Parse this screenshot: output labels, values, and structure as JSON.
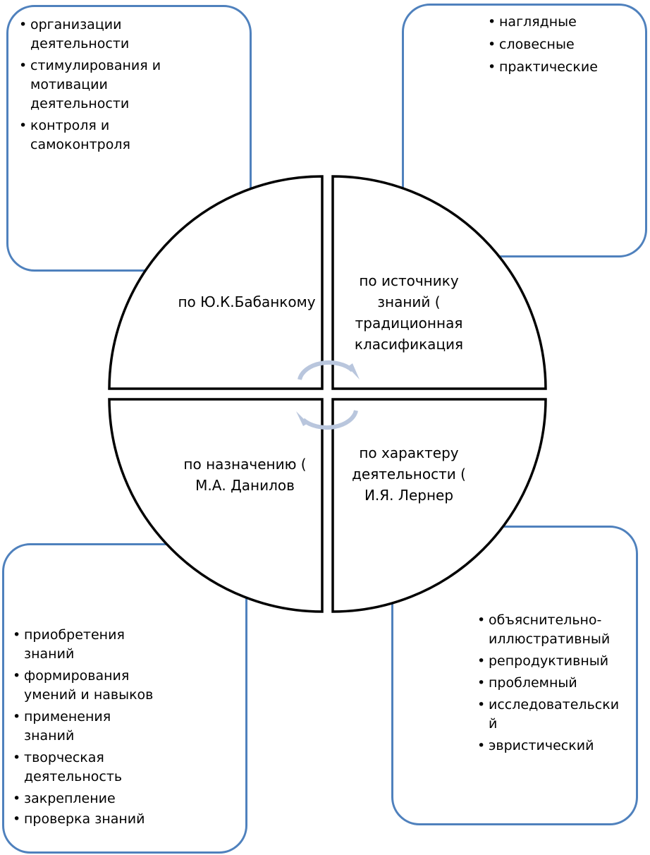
{
  "boxes": {
    "top_left": {
      "items": [
        "организации деятельности",
        "стимулирования и мотивации деятельности",
        "контроля и самоконтроля"
      ]
    },
    "top_right": {
      "items": [
        "наглядные",
        "словесные",
        "практические"
      ]
    },
    "bottom_left": {
      "items": [
        "приобретения знаний",
        "формирования умений и навыков",
        "применения знаний",
        "творческая деятельность",
        "закрепление",
        "проверка знаний"
      ]
    },
    "bottom_right": {
      "items": [
        "объяснительно-иллюстративный",
        "репродуктивный",
        "проблемный",
        "исследовательский",
        "эвристический"
      ]
    }
  },
  "quadrants": {
    "top_left": "по Ю.К.Бабанкому",
    "top_right": "по источнику знаний ( традиционная класификация",
    "bottom_left": "по назначению ( М.А. Данилов",
    "bottom_right": "по характеру деятельности ( И.Я. Лернер"
  },
  "colors": {
    "box_border": "#4f81bd",
    "circle_stroke": "#000000",
    "arrow": "#b9c6dd"
  }
}
